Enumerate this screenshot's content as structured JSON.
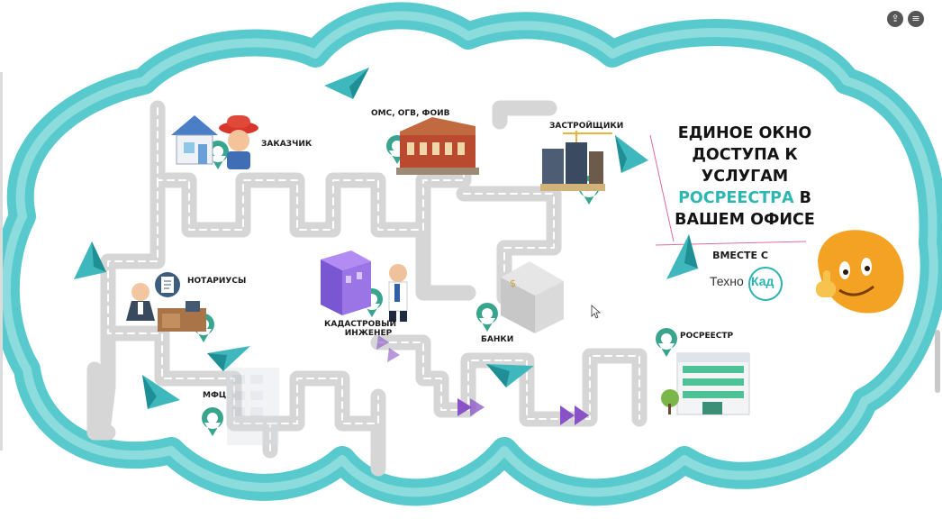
{
  "hero": {
    "line1": "ЕДИНОЕ ОКНО",
    "line2": "ДОСТУПА К",
    "line3": "УСЛУГАМ",
    "accent": "РОСРЕЕСТРА",
    "line4_tail": " В",
    "line5": "ВАШЕМ ОФИСЕ"
  },
  "together": "ВМЕСТЕ С",
  "logo": {
    "part1": "Техно",
    "part2": "Кад"
  },
  "labels": {
    "customer": "ЗАКАЗЧИК",
    "oms": "ОМС, ОГВ, ФОИВ",
    "developers": "ЗАСТРОЙЩИКИ",
    "notaries": "НОТАРИУСЫ",
    "engineer_1": "КАДАСТРОВЫЙ",
    "engineer_2": "ИНЖЕНЕР",
    "banks": "БАНКИ",
    "rosreestr": "РОСРЕЕСТР",
    "mfc": "МФЦ"
  },
  "toolbar": {
    "share_icon": "share-icon",
    "menu_icon": "menu-icon"
  },
  "colors": {
    "teal": "#58c9cc",
    "accent": "#2eb7b1",
    "road": "#dadada",
    "purple": "#8a52c7",
    "pin": "#3aa58e",
    "orange": "#f3a223"
  }
}
